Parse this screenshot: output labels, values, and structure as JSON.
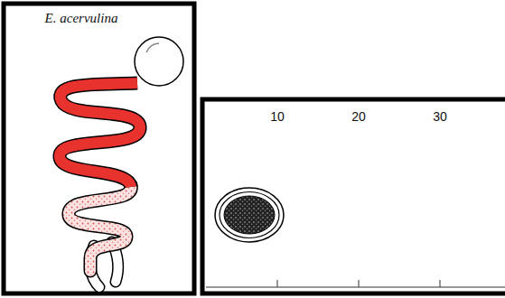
{
  "diagram": {
    "labels": [
      "E. acervulina",
      "10",
      "20",
      "30"
    ]
  }
}
